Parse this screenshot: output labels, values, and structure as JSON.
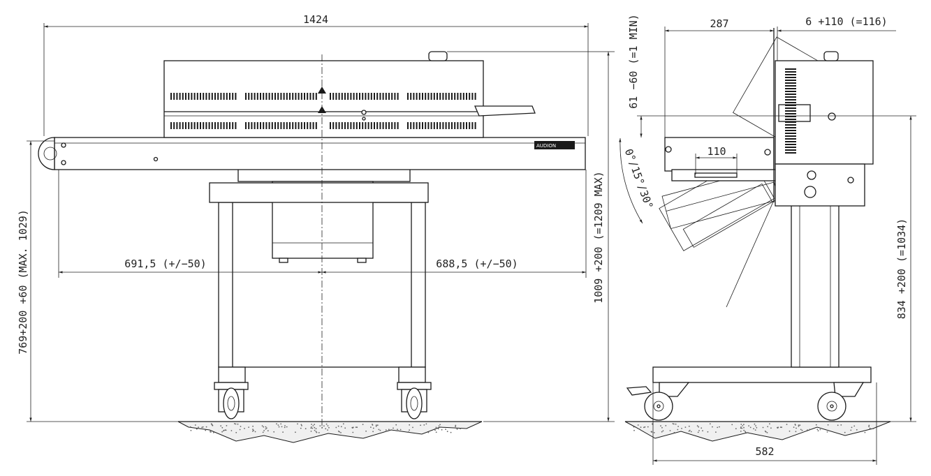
{
  "front_view": {
    "overall_width": "1424",
    "left_offset": "691,5 (+/−50)",
    "right_offset": "688,5 (+/−50)",
    "conveyor_height": "769+200 +60 (MAX. 1029)",
    "top_height": "1009 +200 (=1209 MAX)"
  },
  "side_view": {
    "head_depth": "287",
    "head_shift": "6 +110 (=116)",
    "head_min": "61 −60 (=1 MIN)",
    "tilt_angles": "0°/15°/30°",
    "stroke": "110",
    "height": "834 +200 (=1034)",
    "base_width": "582"
  },
  "brand_plate": "AUDION",
  "colors": {
    "line": "#1a1a1a",
    "paper": "#ffffff"
  }
}
